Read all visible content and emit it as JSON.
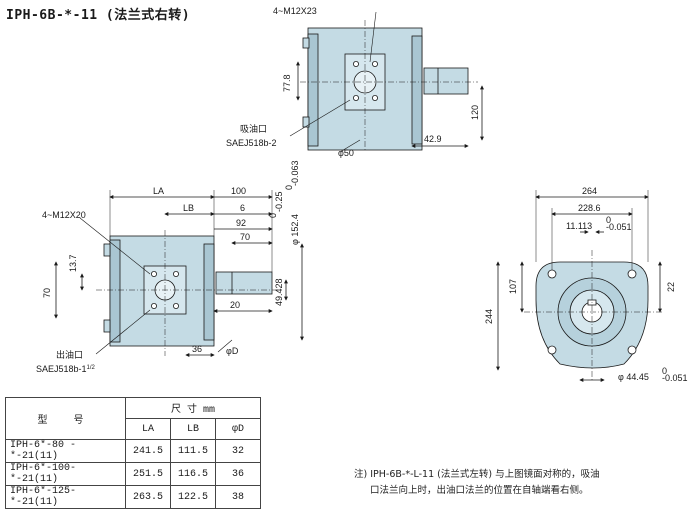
{
  "title": "IPH-6B-*-11 (法兰式右转)",
  "top_view": {
    "thread": "4~M12X23",
    "dim_height": "77.8",
    "dim_total": "120",
    "dim_shaft_len": "42.9",
    "shaft_dia": "φ50",
    "port_name": "吸油口",
    "port_std": "SAEJ518b-2"
  },
  "side_view": {
    "thread": "4~M12X20",
    "dim_la": "LA",
    "dim_lb": "LB",
    "dim_100": "100",
    "dim_6": "6",
    "dim_92": "92",
    "dim_70h": "70",
    "dim_20": "20",
    "dim_36": "36",
    "dim_d": "φD",
    "dim_137": "13.7",
    "dim_70v": "70",
    "dim_shaft": "49.428",
    "tol_shaft_upper": "0",
    "tol_shaft_lower": "-0.25",
    "dim_pilot": "φ 152.4",
    "tol_pilot_upper": "0",
    "tol_pilot_lower": "-0.063",
    "port_name": "出油口",
    "port_std": "SAEJ518b-1",
    "port_std_frac": "1/2"
  },
  "front_view": {
    "dim_264": "264",
    "dim_2286": "228.6",
    "dim_key": "11.113",
    "tol_key_upper": "0",
    "tol_key_lower": "-0.051",
    "dim_107": "107",
    "dim_244": "244",
    "dim_22": "22",
    "dim_shaft": "φ 44.45",
    "tol_shaft_upper": "0",
    "tol_shaft_lower": "-0.051"
  },
  "table": {
    "header_model": "型  号",
    "header_size": "尺 寸 mm",
    "header_la": "LA",
    "header_lb": "LB",
    "header_d": "φD",
    "rows": [
      {
        "model": "IPH-6*-80 -*-21(11)",
        "la": "241.5",
        "lb": "111.5",
        "d": "32"
      },
      {
        "model": "IPH-6*-100-*-21(11)",
        "la": "251.5",
        "lb": "116.5",
        "d": "36"
      },
      {
        "model": "IPH-6*-125-*-21(11)",
        "la": "263.5",
        "lb": "122.5",
        "d": "38"
      }
    ]
  },
  "note": {
    "line1": "注) IPH-6B-*-L-11 (法兰式左转) 与上图镜面对称的，吸油",
    "line2": "口法兰向上时，出油口法兰的位置在自轴端看右侧。"
  },
  "colors": {
    "body_fill": "#c4dbe4",
    "body_shade": "#a9c6d2",
    "line": "#1a1a1a"
  }
}
